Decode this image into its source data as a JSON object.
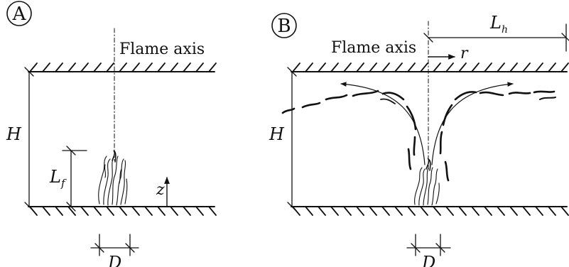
{
  "panels": [
    {
      "id": "A",
      "panel_label": "A",
      "flame_axis_label": "Flame axis",
      "dims": {
        "ceiling_height": "H",
        "flame_length": "L",
        "flame_length_sub": "f",
        "vertical_coord": "z",
        "diameter": "D"
      }
    },
    {
      "id": "B",
      "panel_label": "B",
      "flame_axis_label": "Flame axis",
      "dims": {
        "ceiling_height": "H",
        "jet_length": "L",
        "jet_length_sub": "h",
        "radial_coord": "r",
        "diameter": "D"
      }
    }
  ],
  "colors": {
    "ink": "#111111",
    "background": "#ffffff"
  }
}
